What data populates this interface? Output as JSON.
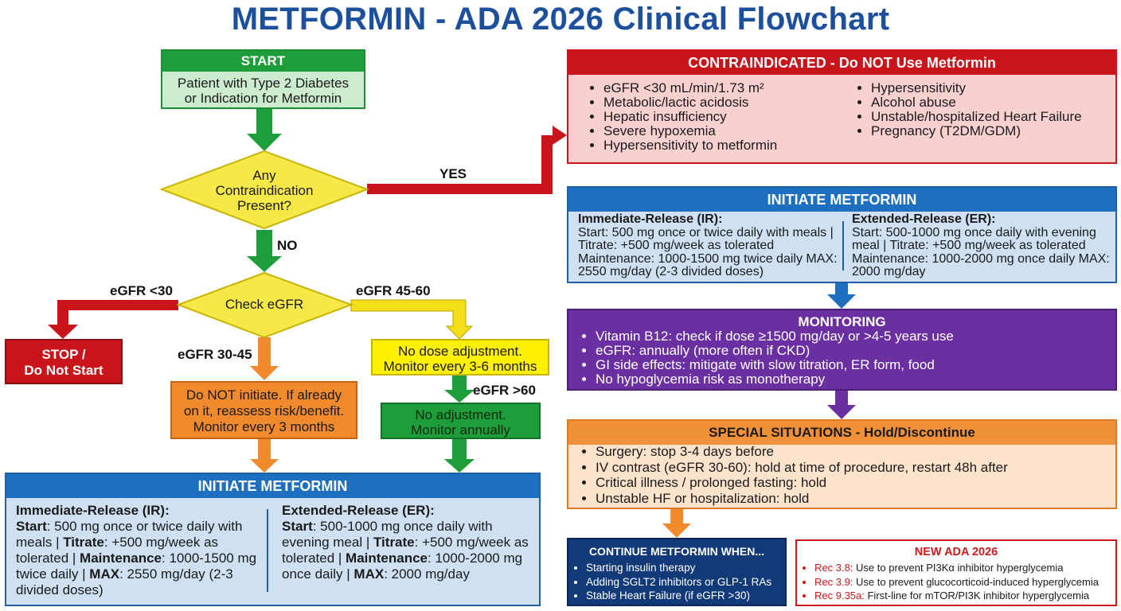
{
  "title": "METFORMIN - ADA 2026 Clinical Flowchart",
  "colors": {
    "title_blue": "#1c4f9c",
    "start_green": "#1e9e3a",
    "decision_yellow": "#f7e84a",
    "stop_red": "#c8141a",
    "adjust_orange": "#f08a2c",
    "monitor_yellow": "#fff200",
    "initiate_blue": "#1f6fc0",
    "monitoring_purple": "#6a2fa0",
    "special_orange": "#f0913a",
    "continue_navy": "#123a78",
    "new_red": "#cc1a1a"
  },
  "start": {
    "header": "START",
    "line1": "Patient with Type 2 Diabetes",
    "line2": "or Indication for Metformin"
  },
  "decision1": {
    "line1": "Any",
    "line2": "Contraindication",
    "line3": "Present?"
  },
  "label_yes": "YES",
  "label_no": "NO",
  "decision2": {
    "text": "Check eGFR"
  },
  "label_egfr_lt30": "eGFR <30",
  "label_egfr_45_60": "eGFR 45-60",
  "label_egfr_30_45": "eGFR 30-45",
  "label_egfr_gt60": "eGFR >60",
  "stop": {
    "line1": "STOP /",
    "line2": "Do Not Start"
  },
  "no_initiate": {
    "line1": "Do NOT initiate. If already",
    "line2": "on it, reassess risk/benefit.",
    "line3": "Monitor every 3 months"
  },
  "no_dose_adjust": {
    "line1": "No dose adjustment.",
    "line2": "Monitor every 3-6 months"
  },
  "no_adjust": {
    "line1": "No adjustment.",
    "line2": "Monitor annually"
  },
  "initiate_bottom": {
    "header": "INITIATE METFORMIN",
    "ir": {
      "title": "Immediate-Release (IR):",
      "start_label": "Start",
      "start_text": ": 500 mg once or twice daily with meals | ",
      "titrate_label": "Titrate",
      "titrate_text": ": +500 mg/week as tolerated | ",
      "maint_label": "Maintenance",
      "maint_text": ": 1000-1500 mg twice daily | ",
      "max_label": "MAX",
      "max_text": ": 2550 mg/day (2-3 divided doses)"
    },
    "er": {
      "title": "Extended-Release (ER):",
      "start_label": "Start",
      "start_text": ": 500-1000 mg once daily with evening meal | ",
      "titrate_label": "Titrate",
      "titrate_text": ": +500 mg/week as tolerated | ",
      "maint_label": "Maintenance",
      "maint_text": ": 1000-2000 mg once daily | ",
      "max_label": "MAX",
      "max_text": ": 2000 mg/day"
    }
  },
  "contraindicated": {
    "header": "CONTRAINDICATED - Do NOT Use Metformin",
    "left_items": [
      "eGFR <30 mL/min/1.73 m²",
      "Metabolic/lactic acidosis",
      "Hepatic insufficiency",
      "Severe hypoxemia",
      "Hypersensitivity to metformin"
    ],
    "right_items": [
      "Hypersensitivity",
      "Alcohol abuse",
      "Unstable/hospitalized Heart Failure",
      "Pregnancy (T2DM/GDM)"
    ]
  },
  "initiate_right": {
    "header": "INITIATE METFORMIN",
    "ir": {
      "title": "Immediate-Release (IR):",
      "text": "Start: 500 mg once or twice daily with meals | Titrate: +500 mg/week as tolerated Maintenance: 1000-1500 mg twice daily MAX: 2550 mg/day (2-3 divided doses)"
    },
    "er": {
      "title": "Extended-Release (ER):",
      "text": "Start: 500-1000 mg once daily with evening meal | Titrate: +500 mg/week as tolerated Maintenance: 1000-2000 mg once daily MAX: 2000 mg/day"
    }
  },
  "monitoring": {
    "header": "MONITORING",
    "items": [
      "Vitamin B12: check if dose ≥1500 mg/day or >4-5 years use",
      "eGFR: annually (more often if CKD)",
      "GI side effects: mitigate with slow titration, ER form, food",
      "No hypoglycemia risk as monotherapy"
    ]
  },
  "special": {
    "header": "SPECIAL SITUATIONS - Hold/Discontinue",
    "items": [
      "Surgery: stop 3-4 days before",
      "IV contrast (eGFR 30-60): hold at time of procedure, restart 48h after",
      "Critical illness / prolonged fasting: hold",
      "Unstable HF or hospitalization: hold"
    ]
  },
  "continue_when": {
    "header": "CONTINUE METFORMIN WHEN...",
    "items": [
      "Starting insulin therapy",
      "Adding SGLT2 inhibitors or GLP-1 RAs",
      "Stable Heart Failure (if eGFR >30)"
    ]
  },
  "new_ada": {
    "header": "NEW ADA 2026",
    "items": [
      {
        "rec": "Rec 3.8:",
        "text": " Use to prevent PI3Kα inhibitor hyperglycemia"
      },
      {
        "rec": "Rec 3.9:",
        "text": " Use to prevent glucocorticoid-induced hyperglycemia"
      },
      {
        "rec": "Rec 9.35a:",
        "text": " First-line for mTOR/PI3K inhibitor hyperglycemia"
      }
    ]
  }
}
